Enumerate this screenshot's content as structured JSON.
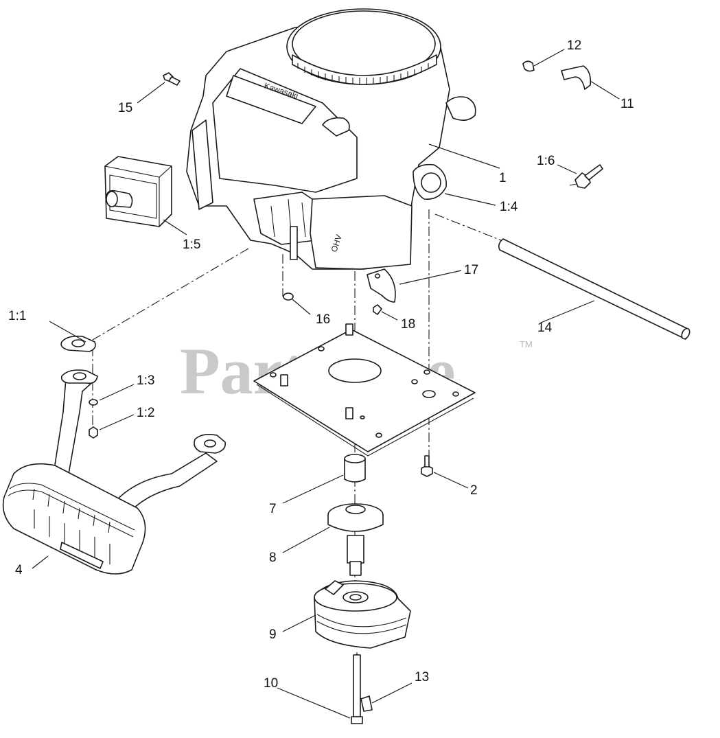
{
  "watermark": {
    "text": "PartsTree",
    "trademark": "TM"
  },
  "engine": {
    "brand_label": "Kawasaki",
    "valve_cover_label": "OHV"
  },
  "callouts": {
    "c1": "1",
    "c1_1": "1:1",
    "c1_2": "1:2",
    "c1_3": "1:3",
    "c1_4": "1:4",
    "c1_5": "1:5",
    "c1_6": "1:6",
    "c2": "2",
    "c4": "4",
    "c7": "7",
    "c8": "8",
    "c9": "9",
    "c10": "10",
    "c11": "11",
    "c12": "12",
    "c13": "13",
    "c14": "14",
    "c15": "15",
    "c16": "16",
    "c17": "17",
    "c18": "18"
  }
}
